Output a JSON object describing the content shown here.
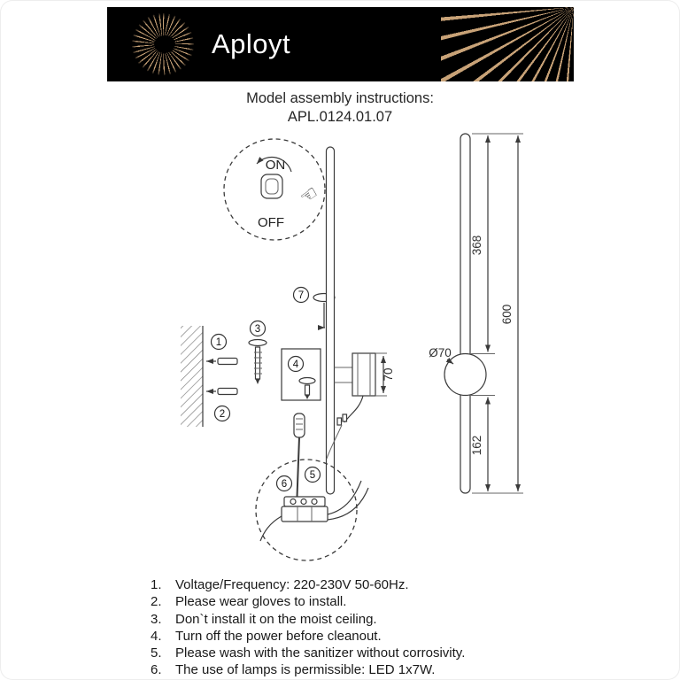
{
  "brand": {
    "name": "Aployt"
  },
  "title": {
    "line1": "Model assembly instructions:",
    "line2": "APL.0124.01.07"
  },
  "diagram": {
    "switch_on": "ON",
    "switch_off": "OFF",
    "hand_icon": "☜",
    "dim_length_top": "368",
    "dim_length_total": "600",
    "dim_length_bottom": "162",
    "dim_diameter": "Ø70",
    "dim_depth": "70",
    "part_1": "1",
    "part_2": "2",
    "part_3": "3",
    "part_4": "4",
    "part_5": "5",
    "part_6": "6",
    "part_7": "7"
  },
  "instructions": [
    {
      "num": "1.",
      "text": "Voltage/Frequency: 220-230V 50-60Hz."
    },
    {
      "num": "2.",
      "text": "Please wear gloves to install."
    },
    {
      "num": "3.",
      "text": "Don`t install it on the moist ceiling."
    },
    {
      "num": "4.",
      "text": "Turn off the power before cleanout."
    },
    {
      "num": "5.",
      "text": "Please wash with the sanitizer without corrosivity."
    },
    {
      "num": "6.",
      "text": "The use of lamps is permissible: LED 1x7W."
    }
  ],
  "colors": {
    "header_bg": "#000000",
    "logo_rays": "#c8a277",
    "diagram_line": "#3a3a3a"
  }
}
